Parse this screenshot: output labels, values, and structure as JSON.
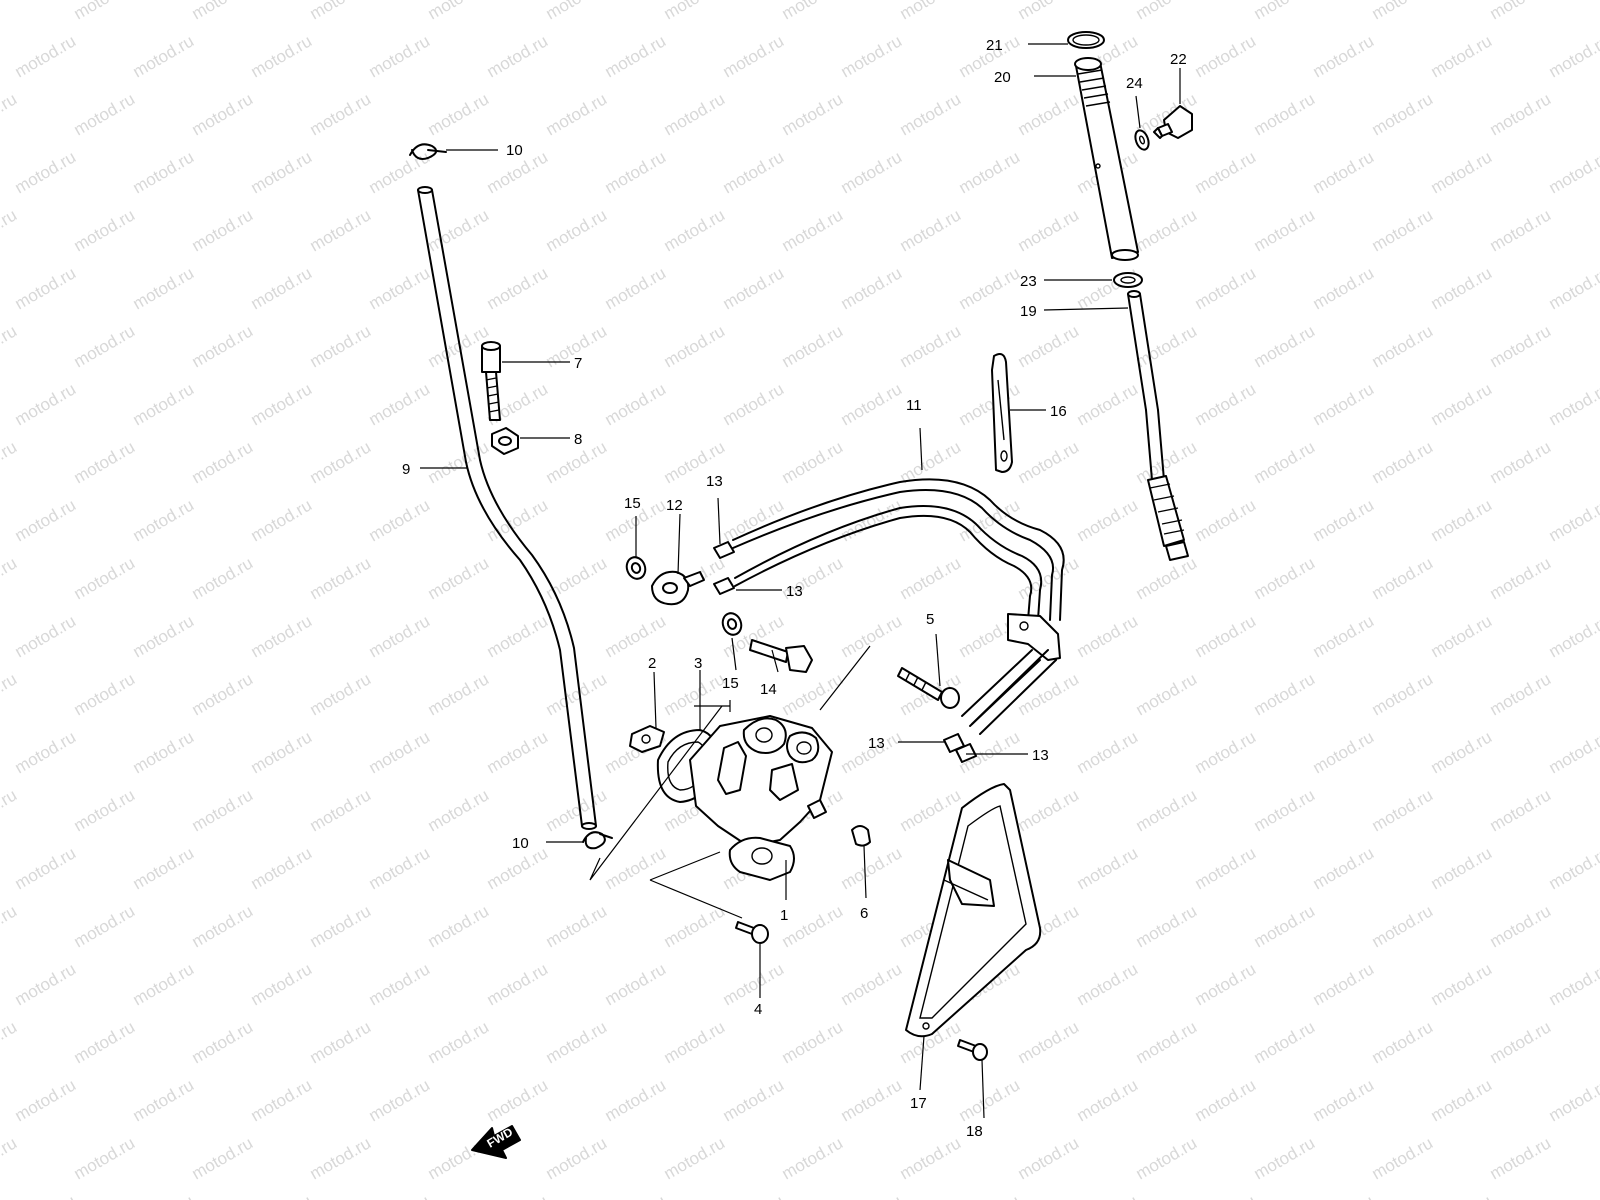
{
  "watermark": {
    "text": "motod.ru"
  },
  "labels": {
    "p1": "1",
    "p2": "2",
    "p3": "3",
    "p4": "4",
    "p5": "5",
    "p6": "6",
    "p7": "7",
    "p8": "8",
    "p9": "9",
    "p10a": "10",
    "p10b": "10",
    "p11": "11",
    "p12": "12",
    "p13a": "13",
    "p13b": "13",
    "p13c": "13",
    "p13d": "13",
    "p14": "14",
    "p15a": "15",
    "p15b": "15",
    "p16": "16",
    "p17": "17",
    "p18": "18",
    "p19": "19",
    "p20": "20",
    "p21": "21",
    "p22": "22",
    "p23": "23",
    "p24": "24"
  },
  "fwd_arrow": {
    "text": "FWD"
  },
  "colors": {
    "line": "#000000",
    "watermark": "#d8d8d8",
    "background": "#ffffff"
  }
}
